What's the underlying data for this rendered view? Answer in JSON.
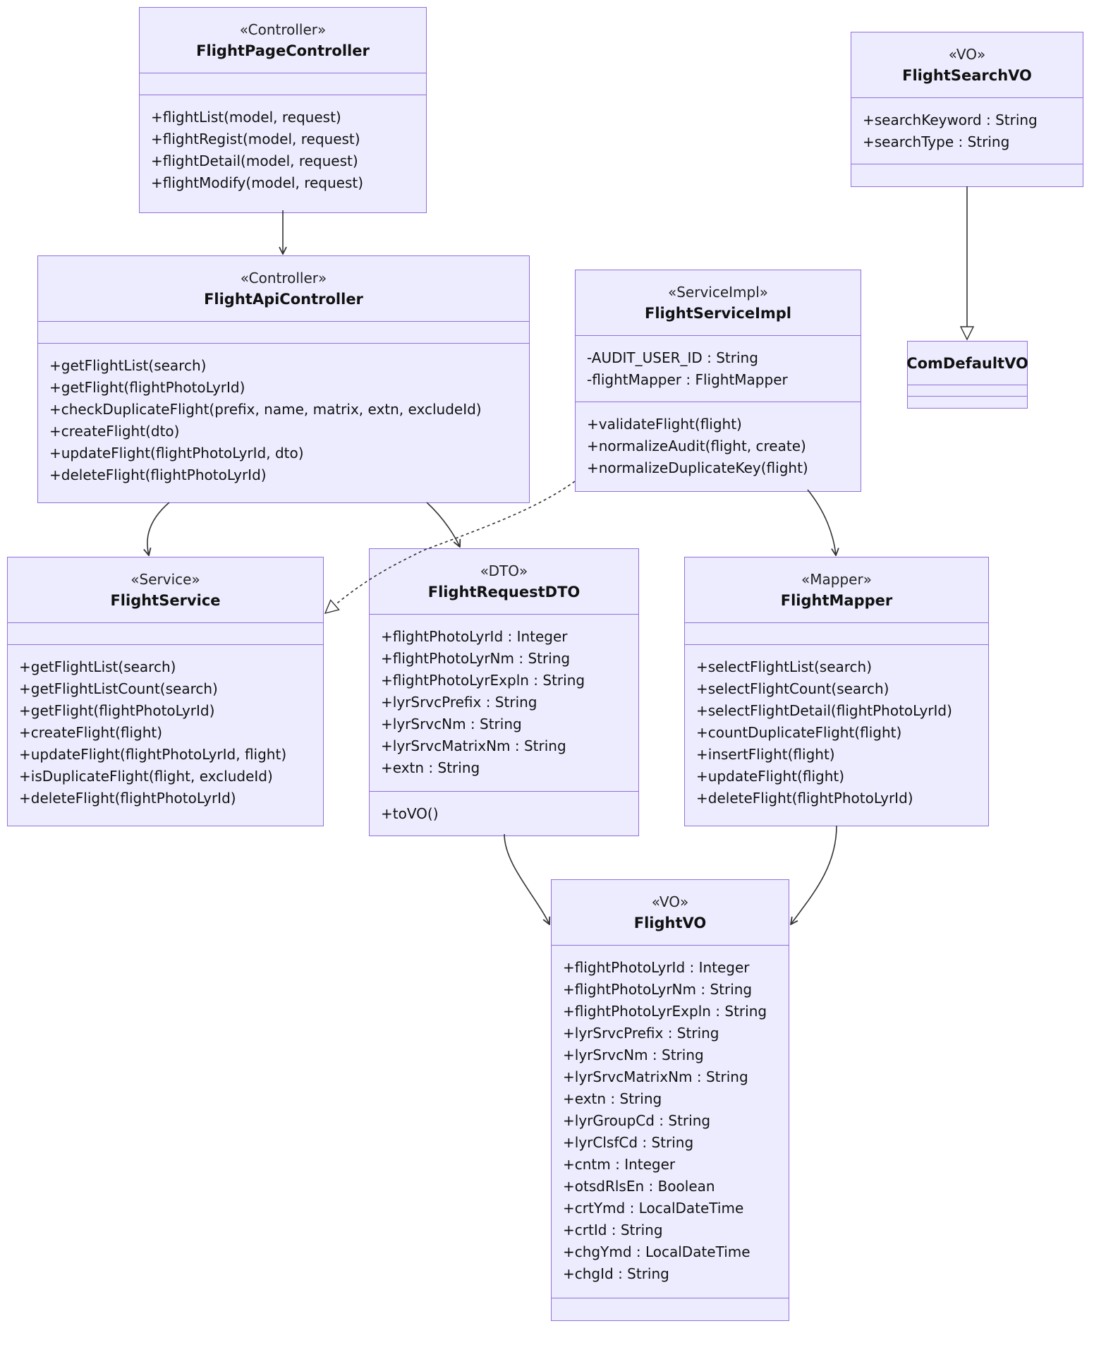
{
  "classes": {
    "flight_page_controller": {
      "stereotype": "«Controller»",
      "name": "FlightPageController",
      "attributes": [],
      "methods": [
        "+flightList(model, request)",
        "+flightRegist(model, request)",
        "+flightDetail(model, request)",
        "+flightModify(model, request)"
      ]
    },
    "flight_search_vo": {
      "stereotype": "«VO»",
      "name": "FlightSearchVO",
      "attributes": [
        "+searchKeyword : String",
        "+searchType : String"
      ],
      "methods": []
    },
    "flight_api_controller": {
      "stereotype": "«Controller»",
      "name": "FlightApiController",
      "attributes": [],
      "methods": [
        "+getFlightList(search)",
        "+getFlight(flightPhotoLyrId)",
        "+checkDuplicateFlight(prefix, name, matrix, extn, excludeId)",
        "+createFlight(dto)",
        "+updateFlight(flightPhotoLyrId, dto)",
        "+deleteFlight(flightPhotoLyrId)"
      ]
    },
    "flight_service_impl": {
      "stereotype": "«ServiceImpl»",
      "name": "FlightServiceImpl",
      "attributes": [
        "-AUDIT_USER_ID : String",
        "-flightMapper : FlightMapper"
      ],
      "methods": [
        "+validateFlight(flight)",
        "+normalizeAudit(flight, create)",
        "+normalizeDuplicateKey(flight)"
      ]
    },
    "com_default_vo": {
      "stereotype": "",
      "name": "ComDefaultVO",
      "attributes": [],
      "methods": []
    },
    "flight_service": {
      "stereotype": "«Service»",
      "name": "FlightService",
      "attributes": [],
      "methods": [
        "+getFlightList(search)",
        "+getFlightListCount(search)",
        "+getFlight(flightPhotoLyrId)",
        "+createFlight(flight)",
        "+updateFlight(flightPhotoLyrId, flight)",
        "+isDuplicateFlight(flight, excludeId)",
        "+deleteFlight(flightPhotoLyrId)"
      ]
    },
    "flight_request_dto": {
      "stereotype": "«DTO»",
      "name": "FlightRequestDTO",
      "attributes": [
        "+flightPhotoLyrId : Integer",
        "+flightPhotoLyrNm : String",
        "+flightPhotoLyrExpln : String",
        "+lyrSrvcPrefix : String",
        "+lyrSrvcNm : String",
        "+lyrSrvcMatrixNm : String",
        "+extn : String"
      ],
      "methods": [
        "+toVO()"
      ]
    },
    "flight_mapper": {
      "stereotype": "«Mapper»",
      "name": "FlightMapper",
      "attributes": [],
      "methods": [
        "+selectFlightList(search)",
        "+selectFlightCount(search)",
        "+selectFlightDetail(flightPhotoLyrId)",
        "+countDuplicateFlight(flight)",
        "+insertFlight(flight)",
        "+updateFlight(flight)",
        "+deleteFlight(flightPhotoLyrId)"
      ]
    },
    "flight_vo": {
      "stereotype": "«VO»",
      "name": "FlightVO",
      "attributes": [
        "+flightPhotoLyrId : Integer",
        "+flightPhotoLyrNm : String",
        "+flightPhotoLyrExpln : String",
        "+lyrSrvcPrefix : String",
        "+lyrSrvcNm : String",
        "+lyrSrvcMatrixNm : String",
        "+extn : String",
        "+lyrGroupCd : String",
        "+lyrClsfCd : String",
        "+cntm : Integer",
        "+otsdRlsEn : Boolean",
        "+crtYmd : LocalDateTime",
        "+crtId : String",
        "+chgYmd : LocalDateTime",
        "+chgId : String"
      ],
      "methods": []
    }
  },
  "relations": [
    {
      "from": "flight_page_controller",
      "to": "flight_api_controller",
      "type": "association"
    },
    {
      "from": "flight_api_controller",
      "to": "flight_service",
      "type": "association"
    },
    {
      "from": "flight_api_controller",
      "to": "flight_request_dto",
      "type": "association"
    },
    {
      "from": "flight_service_impl",
      "to": "flight_service",
      "type": "realization"
    },
    {
      "from": "flight_service_impl",
      "to": "flight_mapper",
      "type": "association"
    },
    {
      "from": "flight_search_vo",
      "to": "com_default_vo",
      "type": "inheritance"
    },
    {
      "from": "flight_request_dto",
      "to": "flight_vo",
      "type": "association"
    },
    {
      "from": "flight_mapper",
      "to": "flight_vo",
      "type": "association"
    }
  ],
  "colors": {
    "box_fill": "#ececfe",
    "box_border": "#9370db",
    "edge": "#333333"
  }
}
